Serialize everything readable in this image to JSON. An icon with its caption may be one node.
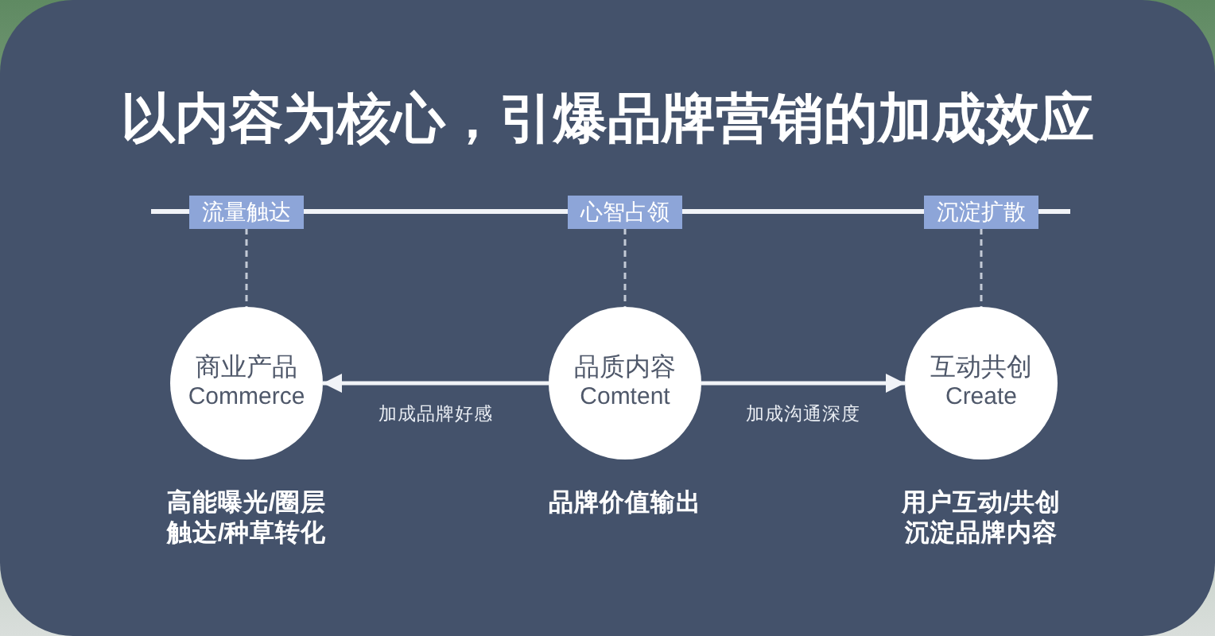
{
  "diagram": {
    "title": "以内容为核心，引爆品牌营销的加成效应",
    "nodes": [
      {
        "text": [
          "流量触达"
        ]
      },
      {
        "text": [
          "心智占领"
        ]
      },
      {
        "text": [
          "沉淀扩散"
        ]
      },
      {
        "text": [
          "商业产品",
          "Commerce"
        ],
        "beside": [
          "高能曝光/圈层触达/种草转化"
        ]
      },
      {
        "text": [
          "品质内容",
          "Comtent"
        ],
        "beside": [
          "品牌价值输出"
        ]
      },
      {
        "text": [
          "互动共创",
          "Create"
        ],
        "beside": [
          "用户互动/共创沉淀品牌内容"
        ]
      }
    ],
    "edges": [
      {
        "from": null,
        "to": 0,
        "arrow": "none"
      },
      {
        "from": 0,
        "to": 1,
        "arrow": "none"
      },
      {
        "from": 1,
        "to": 2,
        "arrow": "none"
      },
      {
        "from": 2,
        "to": null,
        "arrow": "none"
      },
      {
        "from": 0,
        "to": 3,
        "arrow": "none",
        "style": "dashed",
        "color": "#c3cad6"
      },
      {
        "from": 1,
        "to": 4,
        "arrow": "none",
        "style": "dashed",
        "color": "#c3cad6"
      },
      {
        "from": 2,
        "to": 5,
        "arrow": "none",
        "style": "dashed",
        "color": "#c3cad6"
      },
      {
        "from": 4,
        "to": 3,
        "arrow": "to",
        "label": "加成品牌好感"
      },
      {
        "from": 4,
        "to": 5,
        "arrow": "to",
        "label": "加成沟通深度"
      }
    ]
  }
}
